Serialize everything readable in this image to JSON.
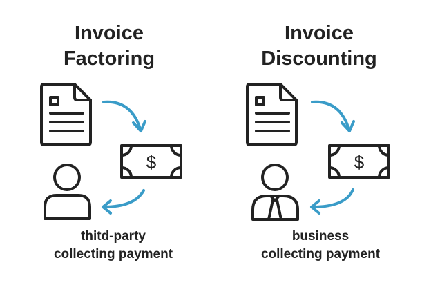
{
  "panels": [
    {
      "title_line1": "Invoice",
      "title_line2": "Factoring",
      "caption_line1": "thitd-party",
      "caption_line2": "collecting payment"
    },
    {
      "title_line1": "Invoice",
      "title_line2": "Discounting",
      "caption_line1": "business",
      "caption_line2": "collecting payment"
    }
  ],
  "bill_symbol": "$",
  "colors": {
    "ink": "#222222",
    "arrow": "#3a9cc8"
  }
}
